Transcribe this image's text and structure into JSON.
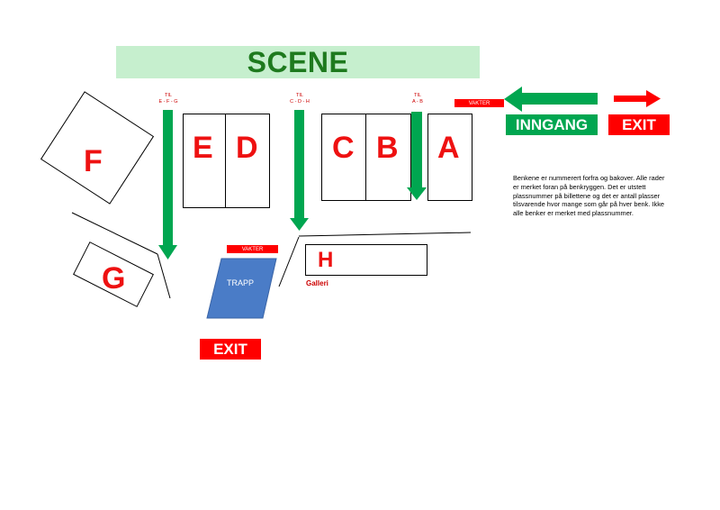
{
  "stage": {
    "label": "SCENE"
  },
  "sections": {
    "A": "A",
    "B": "B",
    "C": "C",
    "D": "D",
    "E": "E",
    "F": "F",
    "G": "G",
    "H": "H"
  },
  "til_labels": {
    "efg": {
      "line1": "TIL",
      "line2": "E - F - G"
    },
    "cdh": {
      "line1": "TIL",
      "line2": "C - D - H"
    },
    "ab": {
      "line1": "TIL",
      "line2": "A - B"
    }
  },
  "vakter_top": "VAKTER",
  "vakter_bottom": "VAKTER",
  "inngang": "INNGANG",
  "exit_top": "EXIT",
  "exit_bottom": "EXIT",
  "trapp": "TRAPP",
  "galleri": "Galleri",
  "info_text": "Benkene er nummerert forfra og bakover. Alle rader er merket foran på benkryggen.  Det er utstett plassnummer på billettene og det er antall plasser tilsvarende hvor mange som går på hver benk. Ikke alle benker er merket med plassnummer.",
  "colors": {
    "stage_bg": "#c6efce",
    "stage_text": "#1e7a1e",
    "arrow_green": "#00a650",
    "label_red": "#ff0000",
    "letter_red": "#ee1111",
    "trapp_blue": "#4a7cc7"
  }
}
